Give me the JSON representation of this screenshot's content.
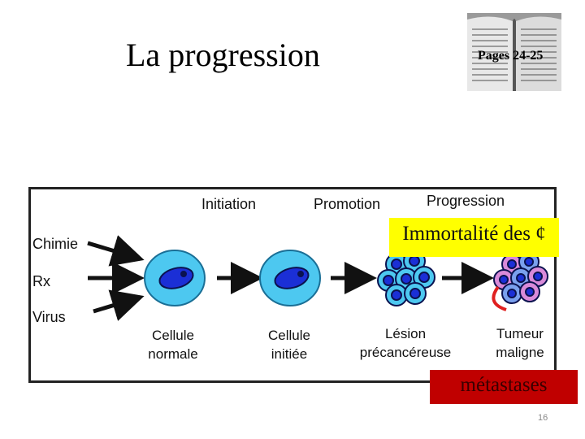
{
  "slide": {
    "title": "La progression",
    "pages_label": "Pages 24-25",
    "page_number": "16"
  },
  "figure": {
    "stages": [
      "Initiation",
      "Promotion",
      "Progression"
    ],
    "agents": [
      "Chimie",
      "Rx",
      "Virus"
    ],
    "cells": [
      {
        "line1": "Cellule",
        "line2": "normale"
      },
      {
        "line1": "Cellule",
        "line2": "initiée"
      },
      {
        "line1": "Lésion",
        "line2": "précancéreuse"
      },
      {
        "line1": "Tumeur",
        "line2": "maligne"
      }
    ]
  },
  "callouts": {
    "immortality": "Immortalité des ¢",
    "metastases": "métastases"
  },
  "colors": {
    "cell_outer": "#4dc8f0",
    "nucleus": "#1b2fd6",
    "callout_yellow": "#ffff00",
    "callout_red": "#c00000",
    "tumor_red": "#e02020"
  }
}
